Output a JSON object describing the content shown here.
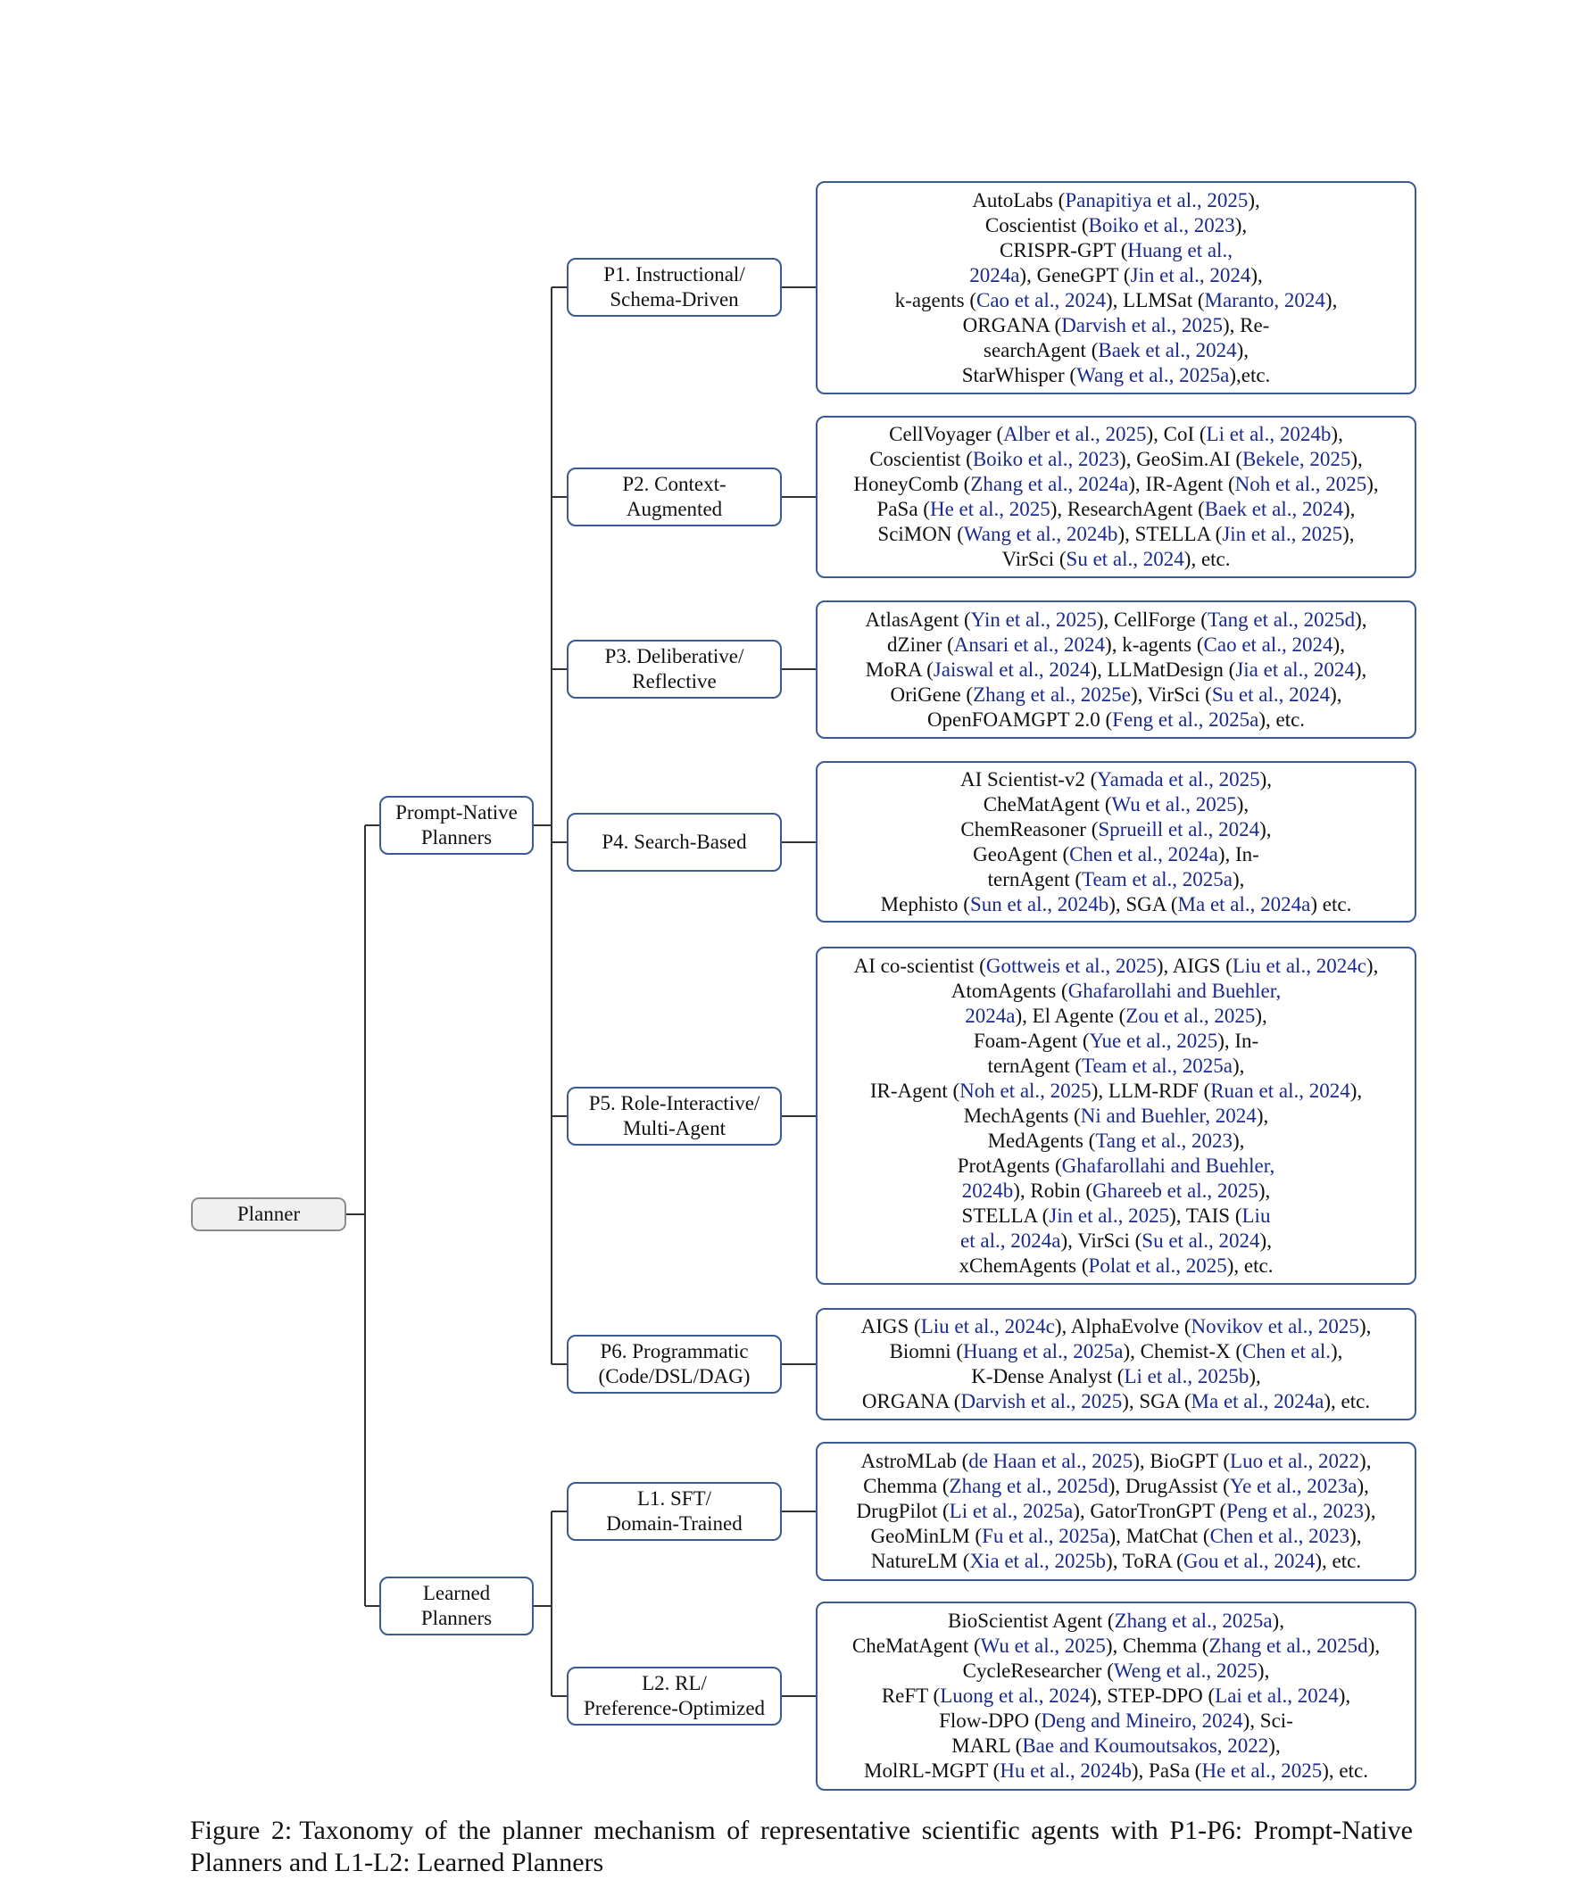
{
  "root": {
    "label": "Planner"
  },
  "groups": [
    {
      "label_lines": [
        "Prompt-Native",
        "Planners"
      ]
    },
    {
      "label_lines": [
        "Learned",
        "Planners"
      ]
    }
  ],
  "categories": [
    {
      "label_lines": [
        "P1.  Instructional/",
        "Schema-Driven"
      ],
      "lines": [
        [
          [
            "t",
            "AutoLabs ("
          ],
          [
            "c",
            "Panapitiya et al., 2025"
          ],
          [
            "t",
            "),"
          ]
        ],
        [
          [
            "t",
            "Coscientist ("
          ],
          [
            "c",
            "Boiko et al., 2023"
          ],
          [
            "t",
            "),"
          ]
        ],
        [
          [
            "t",
            "CRISPR-GPT ("
          ],
          [
            "c",
            "Huang et al.,"
          ]
        ],
        [
          [
            "c",
            "2024a"
          ],
          [
            "t",
            "), GeneGPT ("
          ],
          [
            "c",
            "Jin et al., 2024"
          ],
          [
            "t",
            "),"
          ]
        ],
        [
          [
            "t",
            "k-agents ("
          ],
          [
            "c",
            "Cao et al., 2024"
          ],
          [
            "t",
            "), LLMSat ("
          ],
          [
            "c",
            "Maranto, 2024"
          ],
          [
            "t",
            "),"
          ]
        ],
        [
          [
            "t",
            "ORGANA ("
          ],
          [
            "c",
            "Darvish et al., 2025"
          ],
          [
            "t",
            "), Re-"
          ]
        ],
        [
          [
            "t",
            "searchAgent ("
          ],
          [
            "c",
            "Baek et al., 2024"
          ],
          [
            "t",
            "),"
          ]
        ],
        [
          [
            "t",
            "StarWhisper ("
          ],
          [
            "c",
            "Wang et al., 2025a"
          ],
          [
            "t",
            "),etc."
          ]
        ]
      ]
    },
    {
      "label_lines": [
        "P2.  Context-",
        "Augmented"
      ],
      "lines": [
        [
          [
            "t",
            "CellVoyager ("
          ],
          [
            "c",
            "Alber et al., 2025"
          ],
          [
            "t",
            "), CoI ("
          ],
          [
            "c",
            "Li et al., 2024b"
          ],
          [
            "t",
            "),"
          ]
        ],
        [
          [
            "t",
            "Coscientist ("
          ],
          [
            "c",
            "Boiko et al., 2023"
          ],
          [
            "t",
            "), GeoSim.AI ("
          ],
          [
            "c",
            "Bekele, 2025"
          ],
          [
            "t",
            "),"
          ]
        ],
        [
          [
            "t",
            "HoneyComb ("
          ],
          [
            "c",
            "Zhang et al., 2024a"
          ],
          [
            "t",
            "), IR-Agent ("
          ],
          [
            "c",
            "Noh et al., 2025"
          ],
          [
            "t",
            "),"
          ]
        ],
        [
          [
            "t",
            "PaSa ("
          ],
          [
            "c",
            "He et al., 2025"
          ],
          [
            "t",
            "), ResearchAgent ("
          ],
          [
            "c",
            "Baek et al., 2024"
          ],
          [
            "t",
            "),"
          ]
        ],
        [
          [
            "t",
            "SciMON ("
          ],
          [
            "c",
            "Wang et al., 2024b"
          ],
          [
            "t",
            "), STELLA ("
          ],
          [
            "c",
            "Jin et al., 2025"
          ],
          [
            "t",
            "),"
          ]
        ],
        [
          [
            "t",
            "VirSci ("
          ],
          [
            "c",
            "Su et al., 2024"
          ],
          [
            "t",
            "), etc."
          ]
        ]
      ]
    },
    {
      "label_lines": [
        "P3.  Deliberative/",
        "Reflective"
      ],
      "lines": [
        [
          [
            "t",
            "AtlasAgent ("
          ],
          [
            "c",
            "Yin et al., 2025"
          ],
          [
            "t",
            "), CellForge ("
          ],
          [
            "c",
            "Tang et al., 2025d"
          ],
          [
            "t",
            "),"
          ]
        ],
        [
          [
            "t",
            "dZiner ("
          ],
          [
            "c",
            "Ansari et al., 2024"
          ],
          [
            "t",
            "), k-agents ("
          ],
          [
            "c",
            "Cao et al., 2024"
          ],
          [
            "t",
            "),"
          ]
        ],
        [
          [
            "t",
            "MoRA ("
          ],
          [
            "c",
            "Jaiswal et al., 2024"
          ],
          [
            "t",
            "), LLMatDesign ("
          ],
          [
            "c",
            "Jia et al., 2024"
          ],
          [
            "t",
            "),"
          ]
        ],
        [
          [
            "t",
            "OriGene ("
          ],
          [
            "c",
            "Zhang et al., 2025e"
          ],
          [
            "t",
            "), VirSci ("
          ],
          [
            "c",
            "Su et al., 2024"
          ],
          [
            "t",
            "),"
          ]
        ],
        [
          [
            "t",
            "OpenFOAMGPT 2.0 ("
          ],
          [
            "c",
            "Feng et al., 2025a"
          ],
          [
            "t",
            "), etc."
          ]
        ]
      ]
    },
    {
      "label_lines": [
        "P4.  Search-Based"
      ],
      "lines": [
        [
          [
            "t",
            "AI Scientist-v2 ("
          ],
          [
            "c",
            "Yamada et al., 2025"
          ],
          [
            "t",
            "),"
          ]
        ],
        [
          [
            "t",
            "CheMatAgent ("
          ],
          [
            "c",
            "Wu et al., 2025"
          ],
          [
            "t",
            "),"
          ]
        ],
        [
          [
            "t",
            "ChemReasoner ("
          ],
          [
            "c",
            "Sprueill et al., 2024"
          ],
          [
            "t",
            "),"
          ]
        ],
        [
          [
            "t",
            "GeoAgent ("
          ],
          [
            "c",
            "Chen et al., 2024a"
          ],
          [
            "t",
            "), In-"
          ]
        ],
        [
          [
            "t",
            "ternAgent ("
          ],
          [
            "c",
            "Team et al., 2025a"
          ],
          [
            "t",
            "),"
          ]
        ],
        [
          [
            "t",
            "Mephisto ("
          ],
          [
            "c",
            "Sun et al., 2024b"
          ],
          [
            "t",
            "), SGA ("
          ],
          [
            "c",
            "Ma et al., 2024a"
          ],
          [
            "t",
            ") etc."
          ]
        ]
      ]
    },
    {
      "label_lines": [
        "P5.  Role-Interactive/",
        "Multi-Agent"
      ],
      "lines": [
        [
          [
            "t",
            "AI co-scientist ("
          ],
          [
            "c",
            "Gottweis et al., 2025"
          ],
          [
            "t",
            "), AIGS ("
          ],
          [
            "c",
            "Liu et al., 2024c"
          ],
          [
            "t",
            "),"
          ]
        ],
        [
          [
            "t",
            "AtomAgents ("
          ],
          [
            "c",
            "Ghafarollahi and Buehler,"
          ]
        ],
        [
          [
            "c",
            "2024a"
          ],
          [
            "t",
            "), El Agente ("
          ],
          [
            "c",
            "Zou et al., 2025"
          ],
          [
            "t",
            "),"
          ]
        ],
        [
          [
            "t",
            "Foam-Agent ("
          ],
          [
            "c",
            "Yue et al., 2025"
          ],
          [
            "t",
            "), In-"
          ]
        ],
        [
          [
            "t",
            "ternAgent ("
          ],
          [
            "c",
            "Team et al., 2025a"
          ],
          [
            "t",
            "),"
          ]
        ],
        [
          [
            "t",
            "IR-Agent ("
          ],
          [
            "c",
            "Noh et al., 2025"
          ],
          [
            "t",
            "), LLM-RDF ("
          ],
          [
            "c",
            "Ruan et al., 2024"
          ],
          [
            "t",
            "),"
          ]
        ],
        [
          [
            "t",
            "MechAgents ("
          ],
          [
            "c",
            "Ni and Buehler, 2024"
          ],
          [
            "t",
            "),"
          ]
        ],
        [
          [
            "t",
            "MedAgents ("
          ],
          [
            "c",
            "Tang et al., 2023"
          ],
          [
            "t",
            "),"
          ]
        ],
        [
          [
            "t",
            "ProtAgents ("
          ],
          [
            "c",
            "Ghafarollahi and Buehler,"
          ]
        ],
        [
          [
            "c",
            "2024b"
          ],
          [
            "t",
            "), Robin ("
          ],
          [
            "c",
            "Ghareeb et al., 2025"
          ],
          [
            "t",
            "),"
          ]
        ],
        [
          [
            "t",
            "STELLA ("
          ],
          [
            "c",
            "Jin et al., 2025"
          ],
          [
            "t",
            "), TAIS ("
          ],
          [
            "c",
            "Liu"
          ]
        ],
        [
          [
            "c",
            "et al., 2024a"
          ],
          [
            "t",
            "), VirSci ("
          ],
          [
            "c",
            "Su et al., 2024"
          ],
          [
            "t",
            "),"
          ]
        ],
        [
          [
            "t",
            "xChemAgents ("
          ],
          [
            "c",
            "Polat et al., 2025"
          ],
          [
            "t",
            "), etc."
          ]
        ]
      ]
    },
    {
      "label_lines": [
        "P6.  Programmatic",
        "(Code/DSL/DAG)"
      ],
      "lines": [
        [
          [
            "t",
            "AIGS ("
          ],
          [
            "c",
            "Liu et al., 2024c"
          ],
          [
            "t",
            "), AlphaEvolve ("
          ],
          [
            "c",
            "Novikov et al., 2025"
          ],
          [
            "t",
            "),"
          ]
        ],
        [
          [
            "t",
            "Biomni ("
          ],
          [
            "c",
            "Huang et al., 2025a"
          ],
          [
            "t",
            "), Chemist-X ("
          ],
          [
            "c",
            "Chen et al."
          ],
          [
            "t",
            "),"
          ]
        ],
        [
          [
            "t",
            "K-Dense Analyst ("
          ],
          [
            "c",
            "Li et al., 2025b"
          ],
          [
            "t",
            "),"
          ]
        ],
        [
          [
            "t",
            "ORGANA ("
          ],
          [
            "c",
            "Darvish et al., 2025"
          ],
          [
            "t",
            "), SGA ("
          ],
          [
            "c",
            "Ma et al., 2024a"
          ],
          [
            "t",
            "), etc."
          ]
        ]
      ]
    },
    {
      "label_lines": [
        "L1.  SFT/",
        "Domain-Trained"
      ],
      "lines": [
        [
          [
            "t",
            "AstroMLab ("
          ],
          [
            "c",
            "de Haan et al., 2025"
          ],
          [
            "t",
            "), BioGPT ("
          ],
          [
            "c",
            "Luo et al., 2022"
          ],
          [
            "t",
            "),"
          ]
        ],
        [
          [
            "t",
            "Chemma ("
          ],
          [
            "c",
            "Zhang et al., 2025d"
          ],
          [
            "t",
            "), DrugAssist ("
          ],
          [
            "c",
            "Ye et al., 2023a"
          ],
          [
            "t",
            "),"
          ]
        ],
        [
          [
            "t",
            "DrugPilot ("
          ],
          [
            "c",
            "Li et al., 2025a"
          ],
          [
            "t",
            "), GatorTronGPT ("
          ],
          [
            "c",
            "Peng et al., 2023"
          ],
          [
            "t",
            "),"
          ]
        ],
        [
          [
            "t",
            "GeoMinLM ("
          ],
          [
            "c",
            "Fu et al., 2025a"
          ],
          [
            "t",
            "), MatChat ("
          ],
          [
            "c",
            "Chen et al., 2023"
          ],
          [
            "t",
            "),"
          ]
        ],
        [
          [
            "t",
            "NatureLM ("
          ],
          [
            "c",
            "Xia et al., 2025b"
          ],
          [
            "t",
            "), ToRA ("
          ],
          [
            "c",
            "Gou et al., 2024"
          ],
          [
            "t",
            "), etc."
          ]
        ]
      ]
    },
    {
      "label_lines": [
        "L2.  RL/",
        "Preference-Optimized"
      ],
      "lines": [
        [
          [
            "t",
            "BioScientist Agent ("
          ],
          [
            "c",
            "Zhang et al., 2025a"
          ],
          [
            "t",
            "),"
          ]
        ],
        [
          [
            "t",
            "CheMatAgent ("
          ],
          [
            "c",
            "Wu et al., 2025"
          ],
          [
            "t",
            "), Chemma ("
          ],
          [
            "c",
            "Zhang et al., 2025d"
          ],
          [
            "t",
            "),"
          ]
        ],
        [
          [
            "t",
            "CycleResearcher ("
          ],
          [
            "c",
            "Weng et al., 2025"
          ],
          [
            "t",
            "),"
          ]
        ],
        [
          [
            "t",
            "ReFT ("
          ],
          [
            "c",
            "Luong et al., 2024"
          ],
          [
            "t",
            "), STEP-DPO ("
          ],
          [
            "c",
            "Lai et al., 2024"
          ],
          [
            "t",
            "),"
          ]
        ],
        [
          [
            "t",
            "Flow-DPO ("
          ],
          [
            "c",
            "Deng and Mineiro, 2024"
          ],
          [
            "t",
            "), Sci-"
          ]
        ],
        [
          [
            "t",
            "MARL ("
          ],
          [
            "c",
            "Bae and Koumoutsakos, 2022"
          ],
          [
            "t",
            "),"
          ]
        ],
        [
          [
            "t",
            "MolRL-MGPT ("
          ],
          [
            "c",
            "Hu et al., 2024b"
          ],
          [
            "t",
            "), PaSa ("
          ],
          [
            "c",
            "He et al., 2025"
          ],
          [
            "t",
            "), etc."
          ]
        ]
      ]
    }
  ],
  "caption": {
    "label": "Figure 2:",
    "text": "Taxonomy of the planner mechanism of representative scientific agents with P1-P6: Prompt-Native Planners and L1-L2: Learned Planners"
  }
}
